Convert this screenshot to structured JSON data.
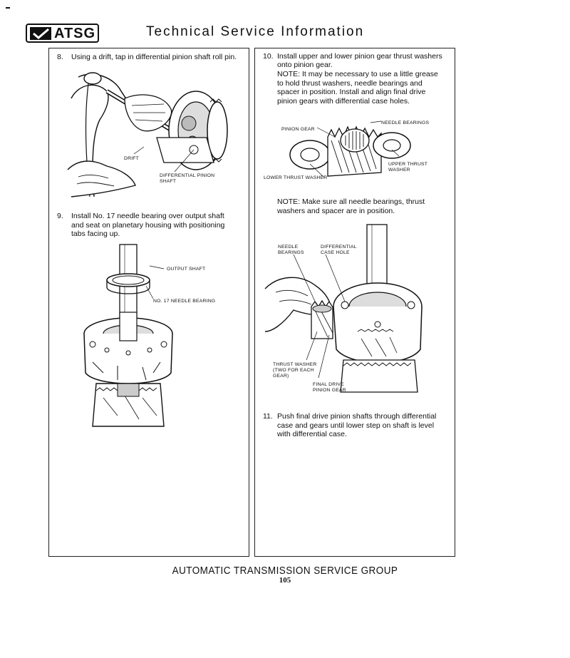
{
  "header": {
    "logo_text": "ATSG",
    "title": "Technical Service Information"
  },
  "left_panel": {
    "step8": {
      "number": "8.",
      "text": "Using a drift, tap in differential pinion shaft roll pin.",
      "figure_labels": {
        "drift": "DRIFT",
        "diff_pinion_shaft_line1": "DIFFERENTIAL PINION",
        "diff_pinion_shaft_line2": "SHAFT"
      }
    },
    "step9": {
      "number": "9.",
      "line1": "Install No. 17 needle bearing over output shaft",
      "line2": "and seat on planetary housing with positioning",
      "line3": "tabs facing up.",
      "figure_labels": {
        "output_shaft": "OUTPUT SHAFT",
        "needle_bearing": "NO. 17 NEEDLE BEARING"
      }
    }
  },
  "right_panel": {
    "step10": {
      "number": "10.",
      "line1": "Install upper and lower pinion gear thrust washers",
      "line2": "onto pinion gear.",
      "note_line1": "NOTE: It may be necessary to use a little grease",
      "note_line2": "to hold thrust washers, needle bearings and",
      "note_line3": "spacer in position. Install and align final drive",
      "note_line4": "pinion gears with differential case holes.",
      "figure_labels": {
        "needle_bearings": "NEEDLE BEARINGS",
        "pinion_gear": "PINION GEAR",
        "upper_thrust_line1": "UPPER THRUST",
        "upper_thrust_line2": "WASHER",
        "lower_thrust": "LOWER THRUST WASHER"
      }
    },
    "note2_line1": "NOTE: Make sure all needle bearings, thrust",
    "note2_line2": "washers and spacer are in position.",
    "figure2_labels": {
      "needle_line1": "NEEDLE",
      "needle_line2": "BEARINGS",
      "diff_case_line1": "DIFFERENTIAL",
      "diff_case_line2": "CASE HOLE",
      "thrust_line1": "THRUST WASHER",
      "thrust_line2": "(TWO FOR EACH",
      "thrust_line3": "GEAR)",
      "final_drive_line1": "FINAL DRIVE",
      "final_drive_line2": "PINION GEAR"
    },
    "step11": {
      "number": "11.",
      "line1": "Push final drive pinion shafts through differential",
      "line2": "case and gears until lower step on shaft is level",
      "line3": "with differential case."
    }
  },
  "footer": {
    "org": "AUTOMATIC TRANSMISSION SERVICE GROUP",
    "page_number": "105"
  }
}
